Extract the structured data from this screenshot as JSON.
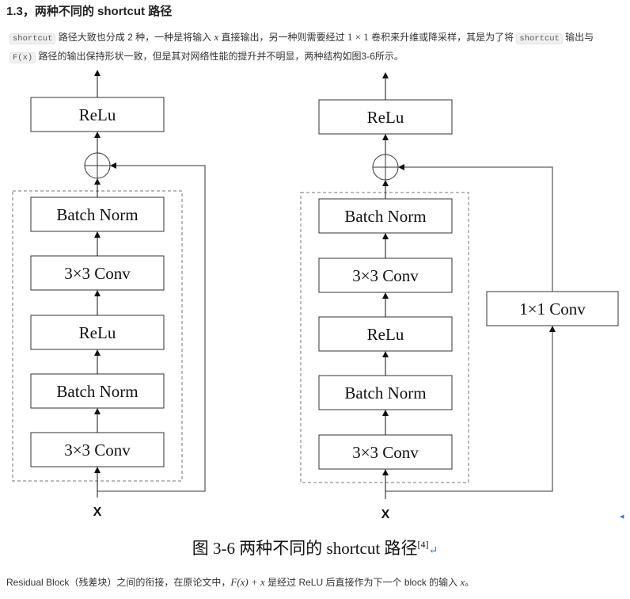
{
  "heading": "1.3，两种不同的 shortcut 路径",
  "paragraph": {
    "code1": "shortcut",
    "t1": " 路径大致也分成 2 种，一种是将输入 ",
    "math1": "x",
    "t2": " 直接输出，另一种则需要经过 ",
    "num1": "1 × 1",
    "t3": " 卷积来升维或降采样，其是为了将 ",
    "code2": "shortcut",
    "t4": " 输出与",
    "code3": "F(x)",
    "t5": " 路径的输出保持形状一致，但是其对网络性能的提升并不明显，两种结构如图3-6所示。"
  },
  "diagram": {
    "left": {
      "relu_top": "ReLu",
      "blocks": [
        "Batch Norm",
        "3×3 Conv",
        "ReLu",
        "Batch Norm",
        "3×3 Conv"
      ],
      "input": "X"
    },
    "right": {
      "relu_top": "ReLu",
      "blocks": [
        "Batch Norm",
        "3×3 Conv",
        "ReLu",
        "Batch Norm",
        "3×3 Conv"
      ],
      "shortcut_conv": "1×1 Conv",
      "input": "X"
    }
  },
  "caption": {
    "text": "图 3-6  两种不同的 shortcut 路径",
    "ref": "[4]",
    "mark": "↵"
  },
  "footer": {
    "t1": "Residual Block（残差块）之间的衔接，在原论文中，",
    "math": "F(x) + x",
    "t2": " 是经过 ReLU 后直接作为下一个 block 的输入 ",
    "math2": "x",
    "t3": "。"
  },
  "colors": {
    "line": "#333333",
    "text": "#111111",
    "dash": "#777777"
  },
  "icons": {
    "residual_add": "circle-plus-icon",
    "arrow": "arrow-head-icon"
  }
}
